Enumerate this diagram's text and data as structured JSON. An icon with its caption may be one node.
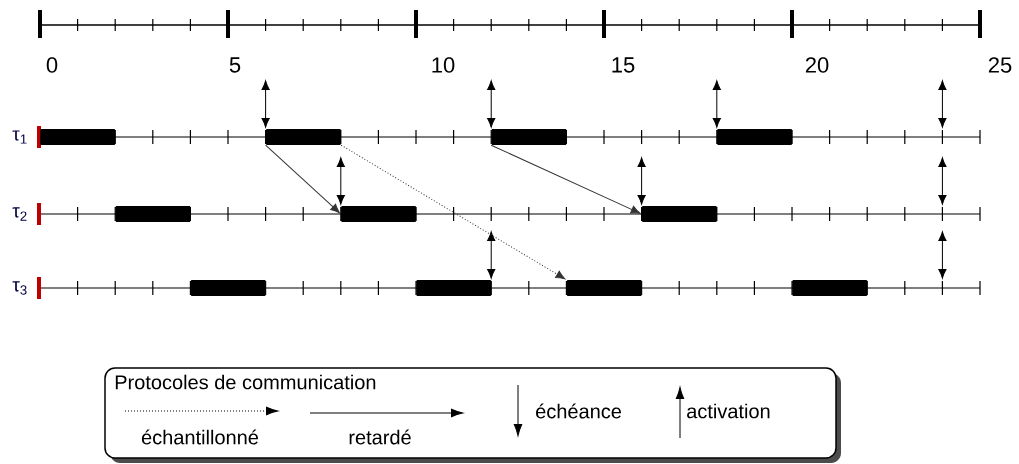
{
  "diagram": {
    "nodes": [
      {
        "text": [],
        "shape": "bar"
      },
      {
        "text": [],
        "shape": "bar"
      },
      {
        "text": [],
        "shape": "bar"
      },
      {
        "text": [],
        "shape": "bar"
      },
      {
        "text": [],
        "shape": "bar"
      },
      {
        "text": [],
        "shape": "bar"
      },
      {
        "text": [],
        "shape": "bar"
      },
      {
        "text": [],
        "shape": "bar"
      },
      {
        "text": [],
        "shape": "bar"
      },
      {
        "text": [],
        "shape": "bar"
      },
      {
        "text": [],
        "shape": "bar"
      }
    ],
    "edges": [
      {
        "from": 1,
        "to": 5,
        "arrow": "to"
      },
      {
        "from": 1,
        "to": 9,
        "arrow": "to",
        "style": "dashed"
      },
      {
        "from": 2,
        "to": 6,
        "arrow": "to"
      }
    ],
    "labels": [
      "0",
      "5",
      "10",
      "15",
      "20",
      "25",
      "τ$_{1}$",
      "τ$_{2}$",
      "τ$_{3}$",
      "Protocoles de communication"
    ],
    "legend": [
      {
        "text": "échantillonné"
      },
      {
        "text": "retardé"
      },
      {
        "text": "échéance"
      },
      {
        "text": "activation"
      }
    ]
  }
}
